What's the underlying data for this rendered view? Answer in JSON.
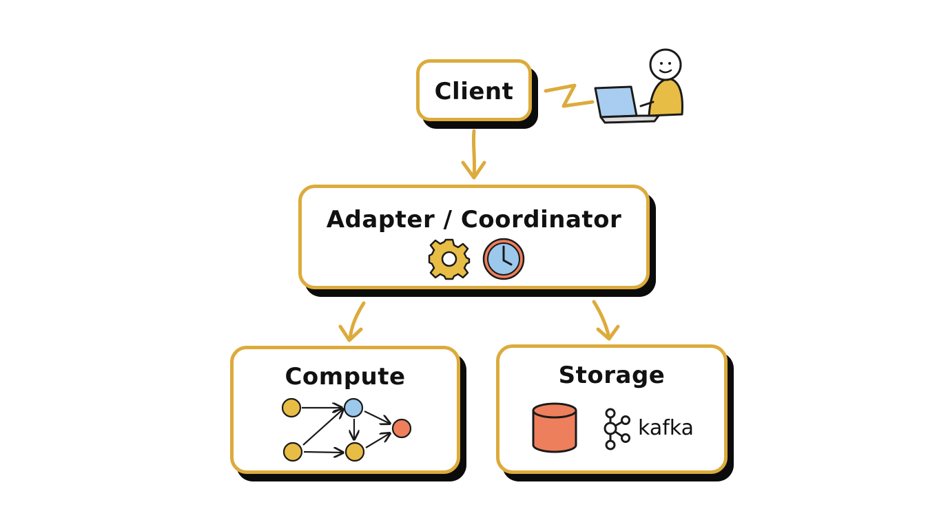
{
  "nodes": {
    "client": {
      "label": "Client"
    },
    "adapter": {
      "label": "Adapter / Coordinator",
      "icons": [
        "gear-icon",
        "clock-icon"
      ]
    },
    "compute": {
      "label": "Compute",
      "icons": [
        "graph-icon"
      ]
    },
    "storage": {
      "label": "Storage",
      "icons": [
        "database-cylinder-icon",
        "kafka-logo"
      ],
      "kafka_text": "kafka"
    }
  },
  "edges": [
    {
      "from": "client",
      "to": "adapter"
    },
    {
      "from": "adapter",
      "to": "compute"
    },
    {
      "from": "adapter",
      "to": "storage"
    },
    {
      "from": "user",
      "to": "client",
      "style": "zigzag-connector"
    }
  ],
  "colors": {
    "border": "#dcab3c",
    "shadow": "#0b0b0b",
    "arrow": "#dcab3c",
    "yellow_node": "#e8bd45",
    "blue_node": "#9cc8ec",
    "orange_node": "#ee7f5c",
    "laptop": "#a8cdf0"
  }
}
